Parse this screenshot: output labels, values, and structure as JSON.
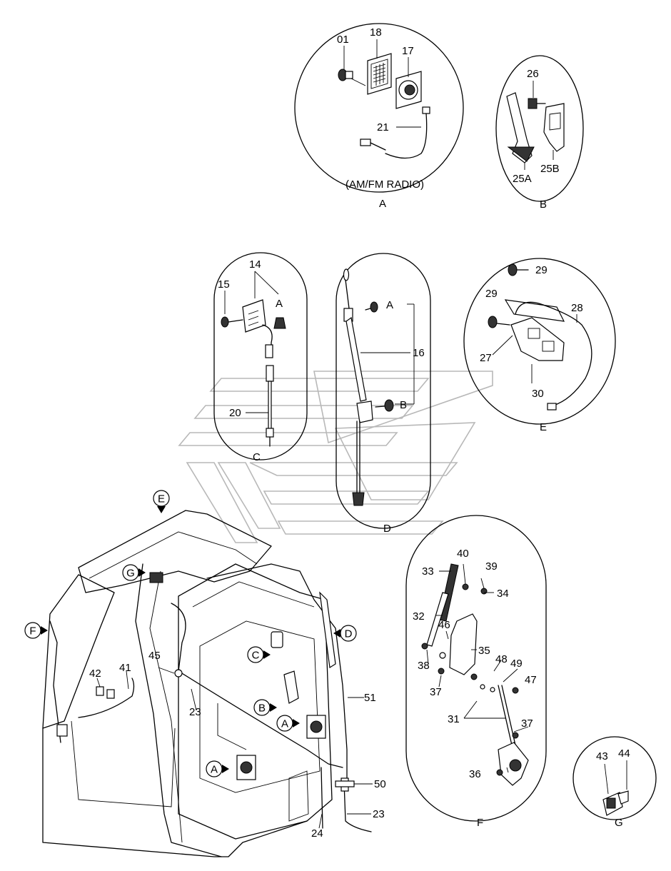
{
  "detail_a": {
    "letter": "A",
    "note": "(AM/FM RADIO)",
    "parts": [
      "01",
      "18",
      "17",
      "21"
    ]
  },
  "detail_b": {
    "letter": "B",
    "parts": [
      "26",
      "25A",
      "25B"
    ]
  },
  "detail_c": {
    "letter": "C",
    "parts": [
      "14",
      "15",
      "A",
      "20"
    ]
  },
  "detail_d": {
    "letter": "D",
    "parts": [
      "A",
      "16",
      "B"
    ]
  },
  "detail_e": {
    "letter": "E",
    "parts": [
      "29",
      "29",
      "28",
      "27",
      "30"
    ]
  },
  "detail_f": {
    "letter": "F",
    "parts": [
      "40",
      "33",
      "39",
      "34",
      "32",
      "46",
      "35",
      "38",
      "48",
      "49",
      "37",
      "47",
      "31",
      "37",
      "36"
    ]
  },
  "detail_g": {
    "letter": "G",
    "parts": [
      "43",
      "44"
    ]
  },
  "cab": {
    "callouts": [
      "E",
      "G",
      "F",
      "C",
      "D",
      "B",
      "A",
      "A"
    ],
    "parts": [
      "45",
      "42",
      "41",
      "23",
      "51",
      "50",
      "23",
      "24"
    ]
  }
}
